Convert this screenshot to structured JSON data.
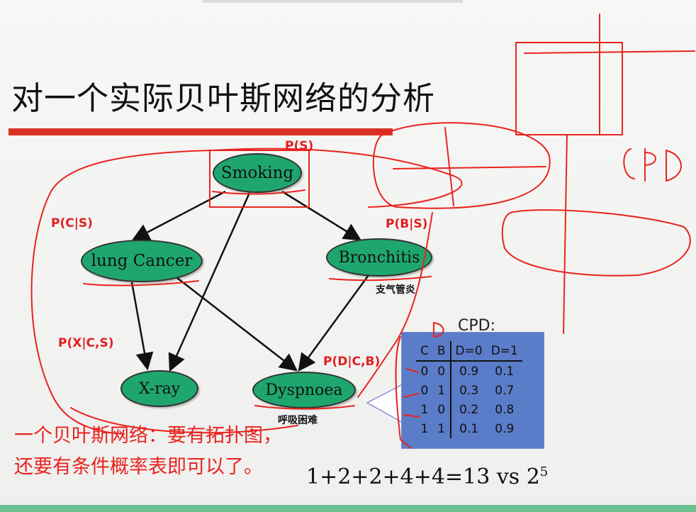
{
  "title": "对一个实际贝叶斯网络的分析",
  "nodes": {
    "smoking": "Smoking",
    "lung_cancer": "lung Cancer",
    "bronchitis": "Bronchitis",
    "xray": "X-ray",
    "dyspnoea": "Dyspnoea"
  },
  "chinese_labels": {
    "bronchitis": "支气管炎",
    "dyspnoea": "呼吸困难"
  },
  "probabilities": {
    "p_s": "P(S)",
    "p_c_s": "P(C|S)",
    "p_b_s": "P(B|S)",
    "p_x_cs": "P(X|C,S)",
    "p_d_cb": "P(D|C,B)"
  },
  "cpd": {
    "label": "CPD:",
    "headers": [
      "C",
      "B",
      "D=0",
      "D=1"
    ],
    "rows": [
      [
        "0",
        "0",
        "0.9",
        "0.1"
      ],
      [
        "0",
        "1",
        "0.3",
        "0.7"
      ],
      [
        "1",
        "0",
        "0.2",
        "0.8"
      ],
      [
        "1",
        "1",
        "0.1",
        "0.9"
      ]
    ]
  },
  "note": {
    "line1": "一个贝叶斯网络：要有拓扑图，",
    "line2": "还要有条件概率表即可以了。"
  },
  "formula": {
    "text": "1+2+2+4+4=13 vs 2",
    "exponent": "5"
  },
  "colors": {
    "node_fill": "#1fa66e",
    "accent_red": "#d93025",
    "cpd_bg": "#5b7cc8"
  }
}
